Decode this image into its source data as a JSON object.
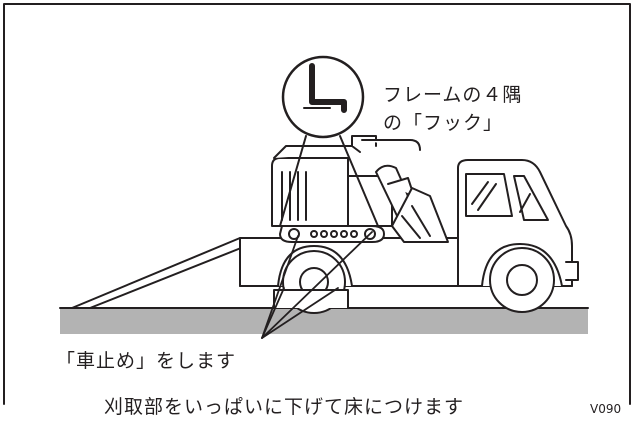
{
  "labels": {
    "hook_line1": "フレームの４隅",
    "hook_line2": "の「フック」",
    "wheel_chock": "「車止め」をします",
    "blade_lower": "刈取部をいっぱいに下げて床につけます",
    "figure_code": "V090"
  },
  "colors": {
    "line": "#231f20",
    "ground": "#b3b3b3",
    "background": "#ffffff"
  }
}
